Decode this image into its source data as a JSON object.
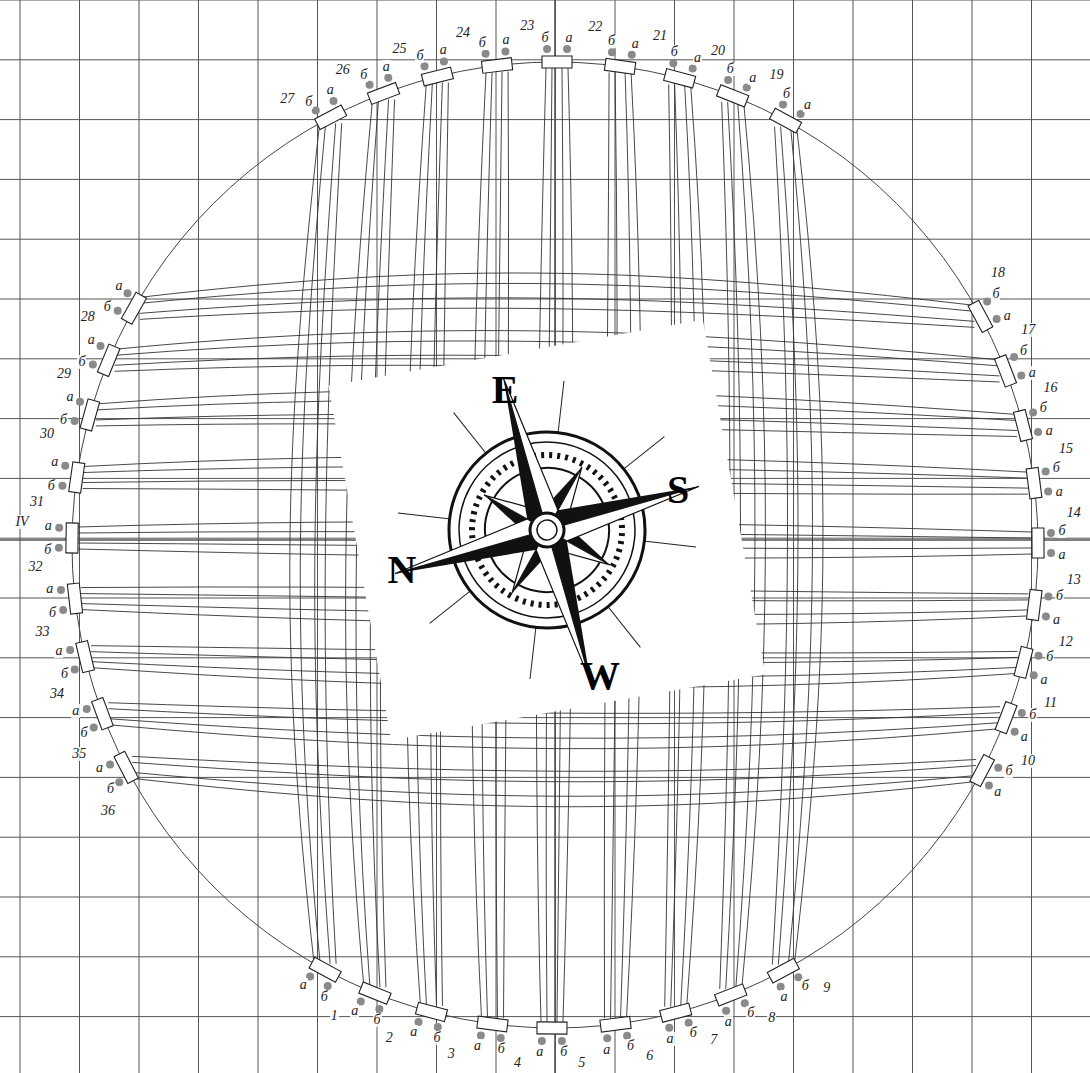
{
  "diagram": {
    "labels": [
      "1",
      "a",
      "б",
      "2",
      "a",
      "б",
      "3",
      "a",
      "б",
      "4",
      "a",
      "б",
      "5",
      "a",
      "б",
      "6",
      "a",
      "б",
      "7",
      "a",
      "б",
      "8",
      "a",
      "б",
      "9",
      "a",
      "б",
      "10",
      "a",
      "б",
      "11",
      "a",
      "б",
      "12",
      "a",
      "б",
      "13",
      "a",
      "б",
      "14",
      "a",
      "б",
      "15",
      "a",
      "б",
      "16",
      "a",
      "б",
      "17",
      "a",
      "б",
      "18",
      "a",
      "б",
      "19",
      "a",
      "б",
      "20",
      "a",
      "б",
      "21",
      "a",
      "б",
      "22",
      "a",
      "б",
      "23",
      "a",
      "б",
      "24",
      "a",
      "б",
      "25",
      "a",
      "б",
      "26",
      "a",
      "б",
      "27",
      "a",
      "б",
      "28",
      "a",
      "б",
      "29",
      "a",
      "б",
      "30",
      "a",
      "б",
      "31",
      "a",
      "б",
      "32",
      "a",
      "б",
      "33",
      "a",
      "б",
      "34",
      "a",
      "б",
      "35",
      "a",
      "б",
      "36",
      "a",
      "б",
      "IV",
      "E",
      "S",
      "N",
      "W"
    ]
  }
}
